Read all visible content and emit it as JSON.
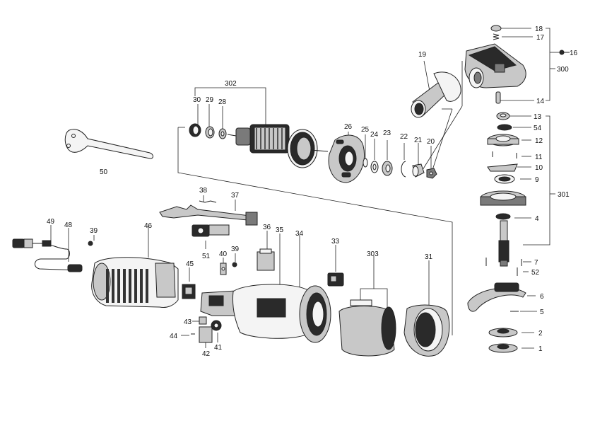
{
  "diagram": {
    "labels": {
      "l1": "1",
      "l2": "2",
      "l4": "4",
      "l5": "5",
      "l6": "6",
      "l7": "7",
      "l9": "9",
      "l10": "10",
      "l11": "11",
      "l12": "12",
      "l13": "13",
      "l14": "14",
      "l16": "16",
      "l17": "17",
      "l18": "18",
      "l19": "19",
      "l20": "20",
      "l21": "21",
      "l22": "22",
      "l23": "23",
      "l24": "24",
      "l25": "25",
      "l26": "26",
      "l28": "28",
      "l29": "29",
      "l30": "30",
      "l31": "31",
      "l33": "33",
      "l34": "34",
      "l35": "35",
      "l36": "36",
      "l37": "37",
      "l38": "38",
      "l39a": "39",
      "l39b": "39",
      "l40": "40",
      "l41": "41",
      "l42": "42",
      "l43": "43",
      "l44": "44",
      "l45": "45",
      "l46": "46",
      "l48": "48",
      "l49": "49",
      "l50": "50",
      "l51": "51",
      "l52": "52",
      "l54": "54",
      "l300": "300",
      "l301": "301",
      "l302": "302",
      "l303": "303"
    }
  }
}
